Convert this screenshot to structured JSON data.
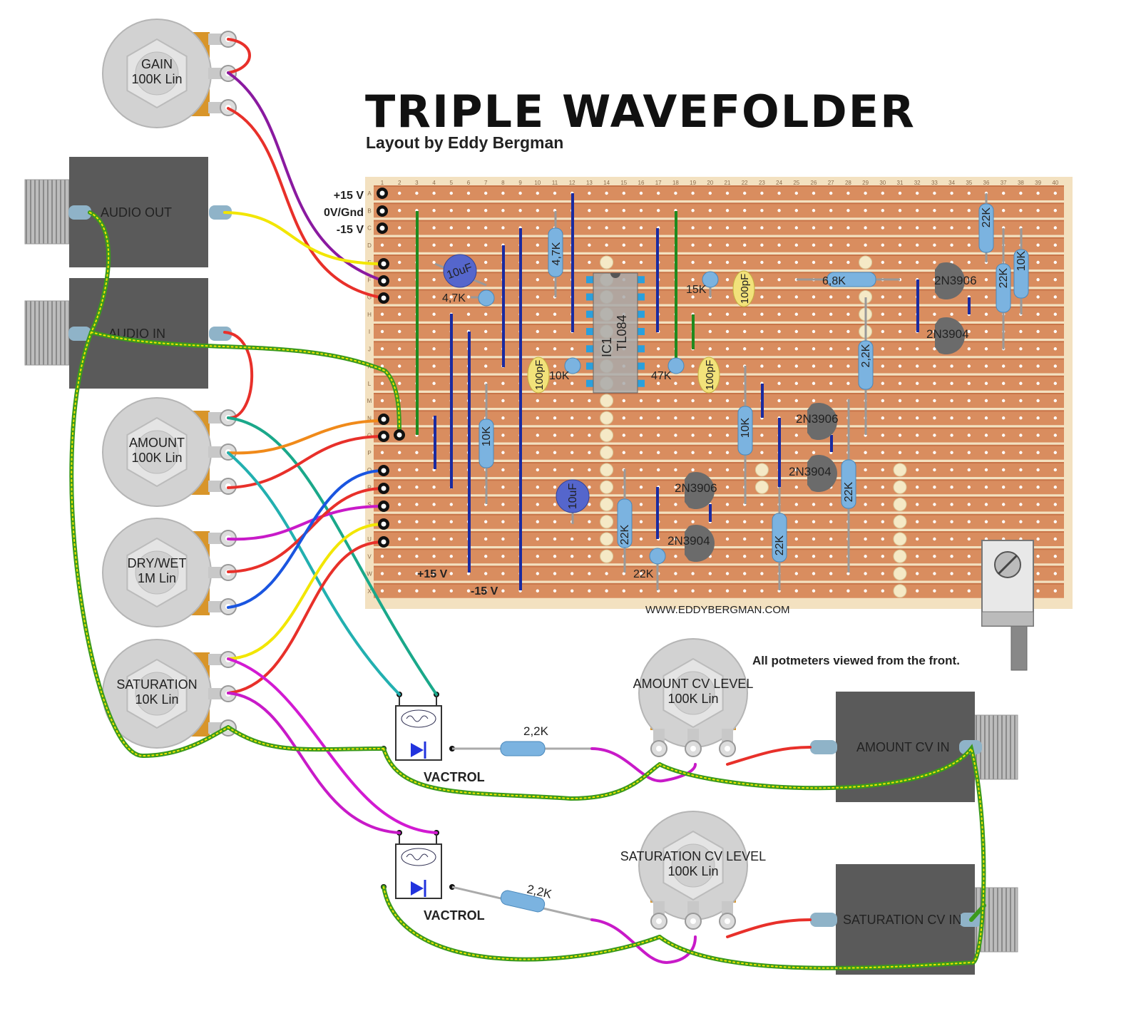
{
  "header": {
    "title": "TRIPLE WAVEFOLDER",
    "subtitle": "Layout by Eddy Bergman",
    "website": "WWW.EDDYBERGMAN.COM",
    "note": "All potmeters viewed from the front."
  },
  "colors": {
    "board": "#d98d5f",
    "strip": "#c87448",
    "board_edge": "#f3e1c0",
    "jumper": "#1a2aa0",
    "green_link": "#1e8a1e",
    "ground_wire": "#3c9a1c",
    "pot_body": "#d2d2d2",
    "pot_tab": "#d8952a",
    "jack": "#5a5a5a"
  },
  "board": {
    "column_numbers": [
      "1",
      "2",
      "3",
      "4",
      "5",
      "6",
      "7",
      "8",
      "9",
      "10",
      "11",
      "12",
      "13",
      "14",
      "15",
      "16",
      "17",
      "18",
      "19",
      "20",
      "21",
      "22",
      "23",
      "24",
      "25",
      "26",
      "27",
      "28",
      "29",
      "30",
      "31",
      "32",
      "33",
      "34",
      "35",
      "36",
      "37",
      "38",
      "39",
      "40"
    ],
    "row_letters": [
      "A",
      "B",
      "C",
      "D",
      "E",
      "F",
      "G",
      "H",
      "I",
      "J",
      "K",
      "L",
      "M",
      "N",
      "O",
      "P",
      "Q",
      "R",
      "S",
      "T",
      "U",
      "V",
      "W",
      "X"
    ],
    "power_labels": {
      "plus": "+15 V",
      "ground": "0V/Gnd",
      "minus": "-15 V"
    },
    "rail_plus": "+15 V",
    "rail_minus": "-15 V"
  },
  "pots": {
    "gain": {
      "name": "GAIN",
      "value": "100K Lin"
    },
    "amount": {
      "name": "AMOUNT",
      "value": "100K Lin"
    },
    "drywet": {
      "name": "DRY/WET",
      "value": "1M Lin"
    },
    "saturation": {
      "name": "SATURATION",
      "value": "10K Lin"
    },
    "amount_cv": {
      "name": "AMOUNT CV LEVEL",
      "value": "100K Lin"
    },
    "saturation_cv": {
      "name": "SATURATION CV LEVEL",
      "value": "100K Lin"
    }
  },
  "jacks": {
    "audio_out": "AUDIO OUT",
    "audio_in": "AUDIO IN",
    "amount_cv_in": "AMOUNT CV IN",
    "saturation_cv_in": "SATURATION CV IN"
  },
  "components": {
    "ic": {
      "ref": "IC1",
      "part": "TL084"
    },
    "cap_10uf_a": "10uF",
    "cap_10uf_b": "10uF",
    "res_4k7_a": "4,7K",
    "res_4k7_b": "4,7K",
    "res_15k": "15K",
    "cap_100pf_a": "100pF",
    "cap_100pf_b": "100pF",
    "cap_100pf_c": "100pF",
    "res_10k_a": "10K",
    "res_47k": "47K",
    "res_10k_b": "10K",
    "res_22k_a": "22K",
    "res_22k_b": "22K",
    "res_22k_c": "22K",
    "res_22k_d": "22K",
    "res_22k_e": "22K",
    "res_22k_f": "22K",
    "res_10k_c": "10K",
    "res_10k_d": "10K",
    "res_6k8": "6,8K",
    "res_2k2_board": "2,2K",
    "res_2k2_v1": "2,2K",
    "res_2k2_v2": "2,2K",
    "q_3906_a": "2N3906",
    "q_3904_a": "2N3904",
    "q_3906_b": "2N3906",
    "q_3904_b": "2N3904",
    "q_3906_c": "2N3906",
    "q_3904_c": "2N3904",
    "vactrol_1": "VACTROL",
    "vactrol_2": "VACTROL"
  }
}
